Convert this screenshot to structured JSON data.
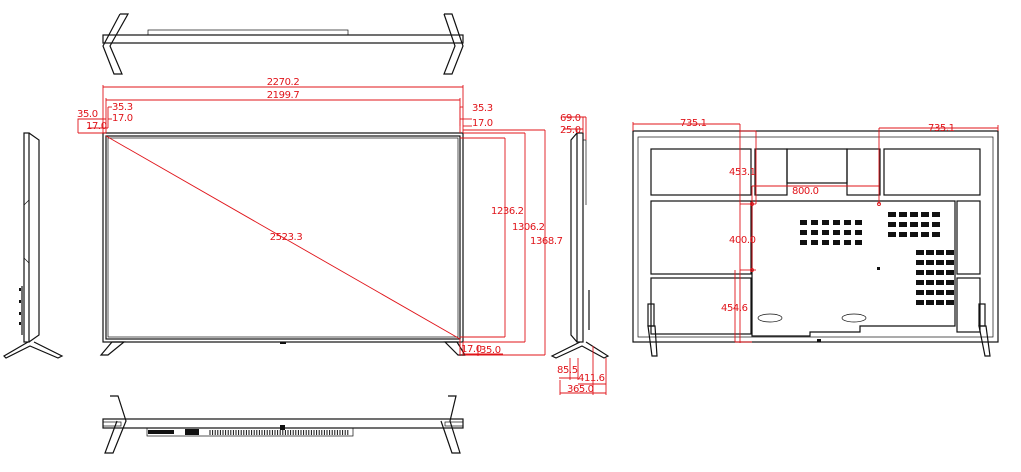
{
  "dimensions": {
    "overall_width": "2270.2",
    "screen_width": "2199.7",
    "bezel_top_left_outer": "35.0",
    "bezel_top_left_inner": "17.0",
    "bezel_top_right_outer": "35.3",
    "bezel_top_right_inner": "17.0",
    "bezel_side_left": "35.3",
    "diagonal": "2523.3",
    "screen_height": "1236.2",
    "overall_height": "1306.2",
    "height_with_stand": "1368.7",
    "bezel_bottom_inner": "17.0",
    "bezel_bottom_outer": "35.0",
    "depth_top": "69.0",
    "depth_bezel": "25.0",
    "stand_depth_a": "85.5",
    "stand_depth_b": "411.6",
    "stand_depth_total": "365.0",
    "rear_left_offset": "735.1",
    "rear_right_offset": "735.1",
    "rear_top_offset": "453.1",
    "vesa_horizontal": "800.0",
    "vesa_vertical": "400.0",
    "rear_bottom_offset": "454.6"
  },
  "colors": {
    "dimension_lines": "#e0141a",
    "outline": "#111111"
  }
}
